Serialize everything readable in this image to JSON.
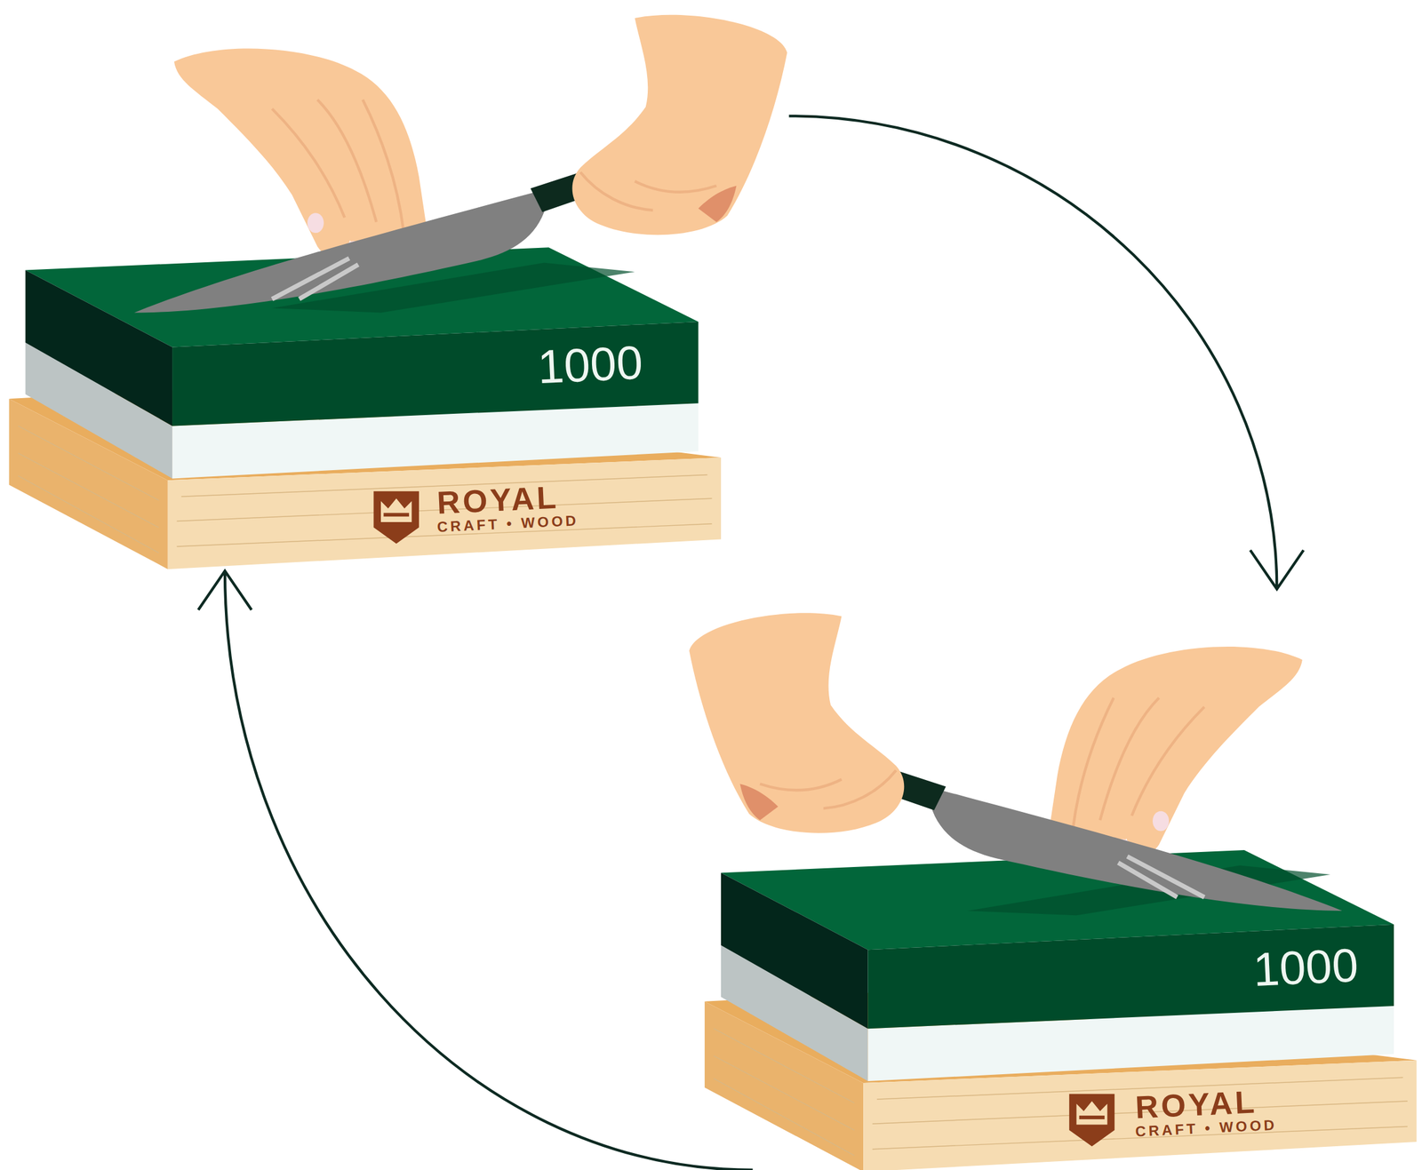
{
  "diagram": {
    "nodes": [
      {
        "text": [
          "1000",
          "ROYAL",
          "CRAFT • WOOD"
        ]
      },
      {
        "text": [
          "1000",
          "ROYAL",
          "CRAFT • WOOD"
        ]
      }
    ],
    "edges": [
      {
        "from": 0,
        "to": 1,
        "arrow": "to"
      },
      {
        "from": 1,
        "to": 0,
        "arrow": "to"
      }
    ]
  }
}
